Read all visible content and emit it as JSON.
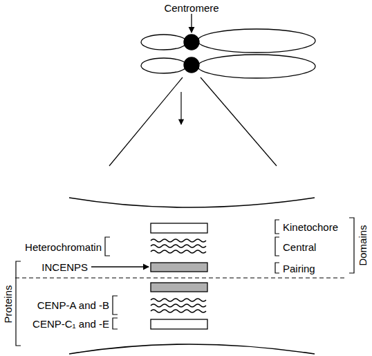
{
  "diagram": {
    "labels": [
      "Centromere",
      "Kinetochore",
      "Central",
      "Pairing",
      "Domains",
      "Heterochromatin",
      "INCENPS",
      "Proteins",
      "CENP-A and -B",
      "CENP-C₁ and -E"
    ]
  }
}
